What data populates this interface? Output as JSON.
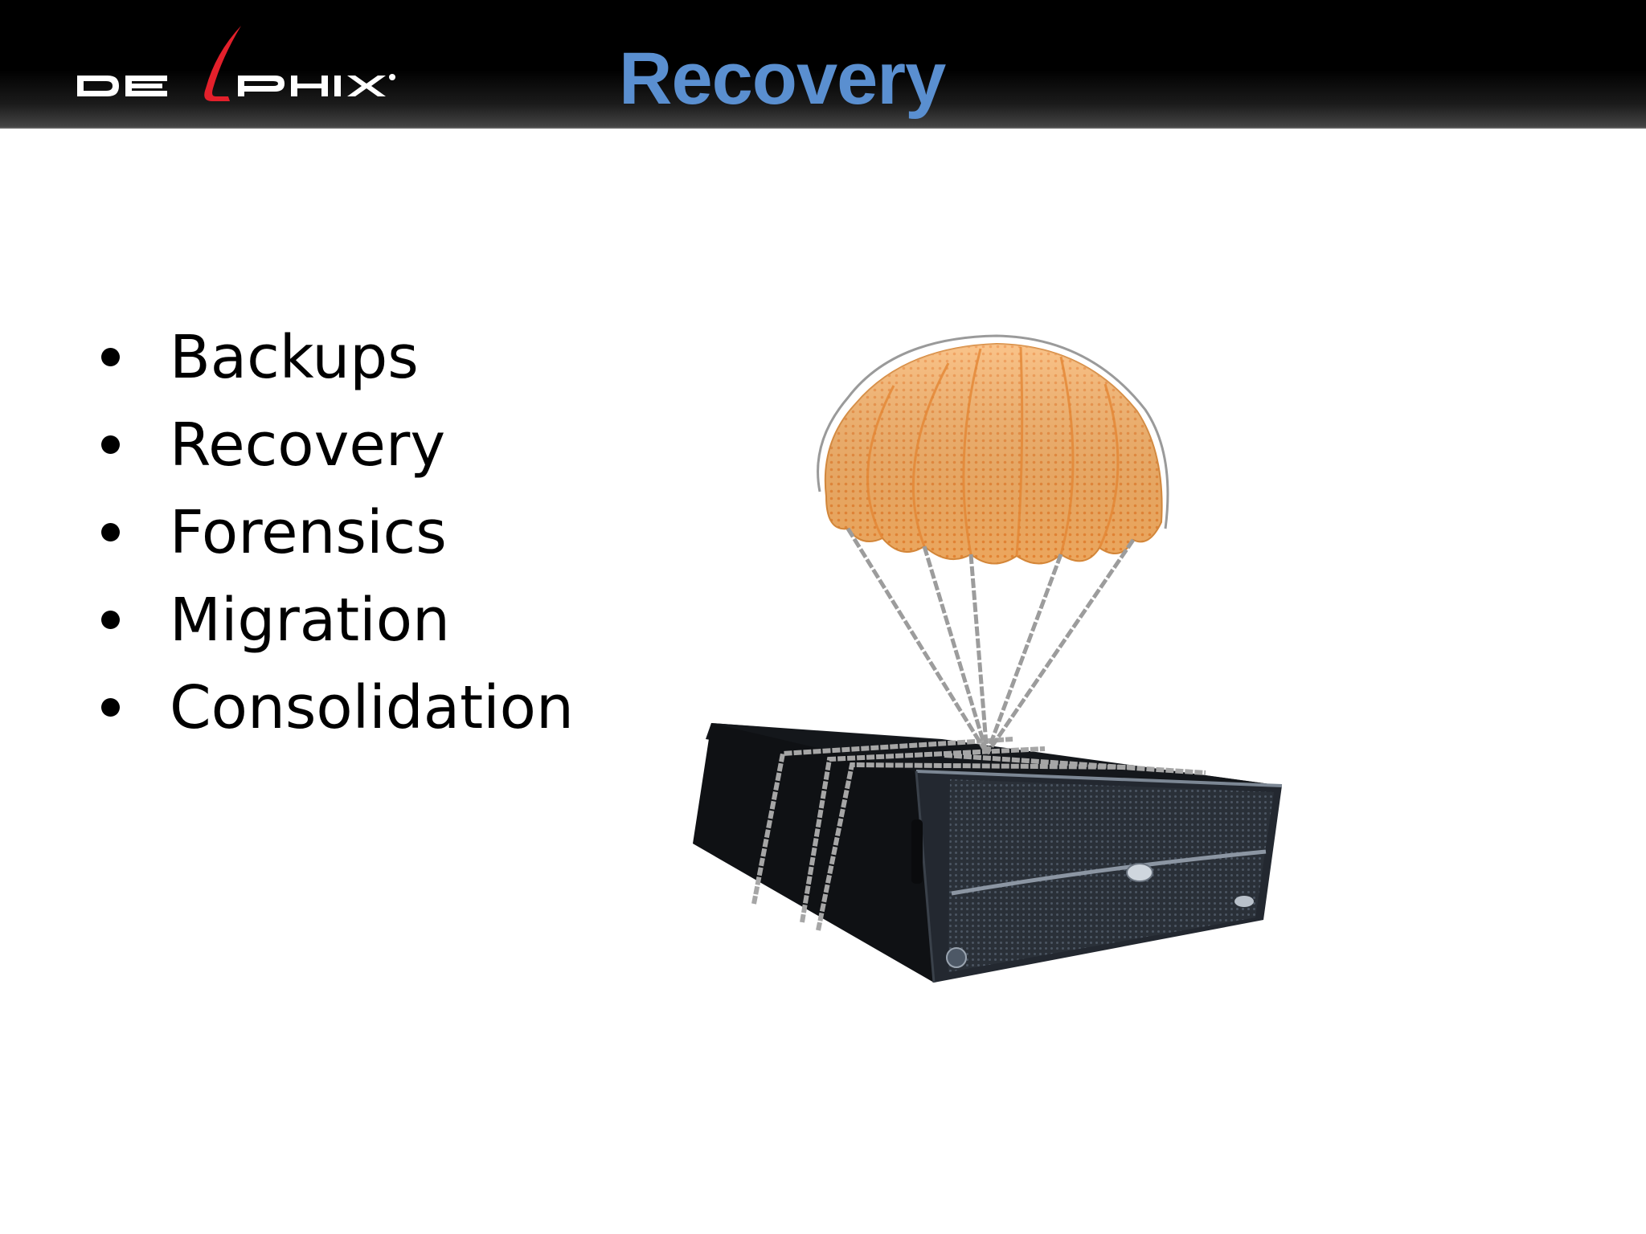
{
  "slide": {
    "title": "Recovery",
    "logo_text": "DELPHIX",
    "bullets": [
      {
        "label": "Backups"
      },
      {
        "label": "Recovery"
      },
      {
        "label": "Forensics"
      },
      {
        "label": "Migration"
      },
      {
        "label": "Consolidation"
      }
    ],
    "illustration": "parachute-server-icon"
  },
  "colors": {
    "title": "#5a8fd0",
    "header_background": "#000000",
    "logo_accent": "#e3202b",
    "parachute": "#f7a14a",
    "server": "#1f2328",
    "bullet_text": "#000000"
  }
}
